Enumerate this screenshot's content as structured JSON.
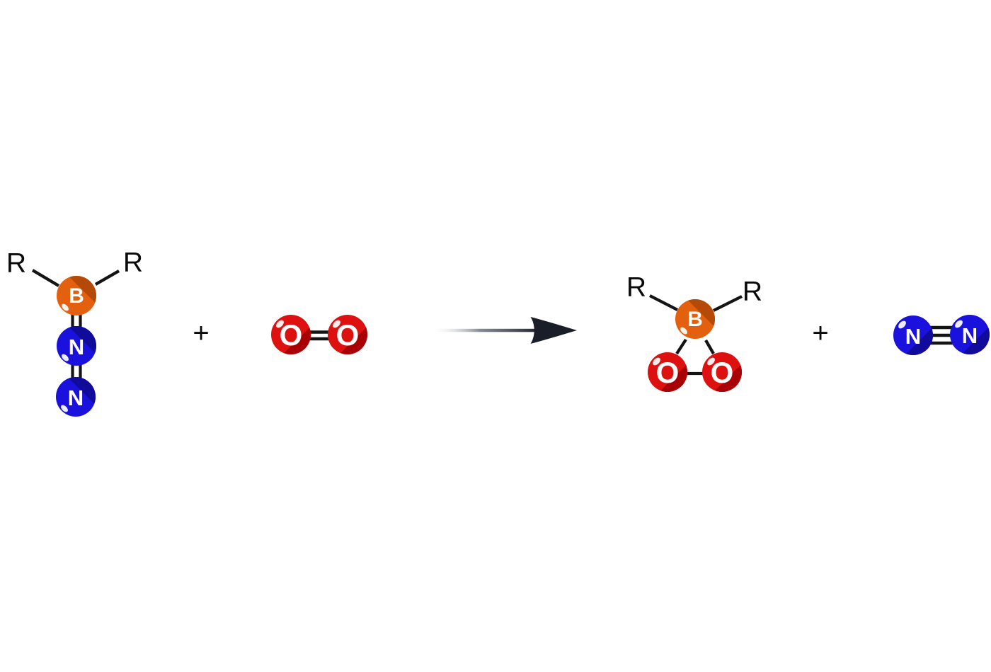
{
  "colors": {
    "boron": "#E3600E",
    "boron_fold": "#B54A08",
    "nitrogen": "#1A12DC",
    "nitrogen_fold": "#110B9B",
    "oxygen": "#DE1111",
    "oxygen_fold": "#A80004",
    "bond": "#141414",
    "arrow": "#1A1E29",
    "text": "#0A0A0A"
  },
  "operators": {
    "plus1": "+",
    "plus2": "+"
  },
  "molecules": {
    "reactant1": {
      "r_left": "R",
      "r_right": "R",
      "b": "B",
      "n1": "N",
      "n2": "N"
    },
    "reactant2": {
      "o1": "O",
      "o2": "O"
    },
    "product1": {
      "r_left": "R",
      "r_right": "R",
      "b": "B",
      "o1": "O",
      "o2": "O"
    },
    "product2": {
      "n1": "N",
      "n2": "N"
    }
  }
}
